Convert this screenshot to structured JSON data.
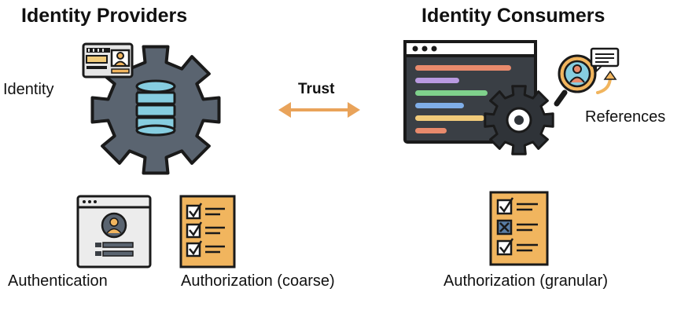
{
  "providers": {
    "heading": "Identity Providers",
    "identity_label": "Identity",
    "icons": [
      "id-card-icon",
      "gear-database-icon",
      "login-window-icon",
      "checklist-icon"
    ],
    "authentication_label": "Authentication",
    "authorization_label": "Authorization (coarse)"
  },
  "trust": {
    "label": "Trust",
    "arrow_color": "#e9a35a"
  },
  "consumers": {
    "heading": "Identity Consumers",
    "icons": [
      "code-window-gear-icon",
      "magnifier-user-icon",
      "checklist-icon"
    ],
    "references_label": "References",
    "authorization_label": "Authorization (granular)"
  },
  "colors": {
    "gear": "#5a6470",
    "database": "#86cde0",
    "checklist_bg": "#f1b55e",
    "checkbox_x": "#5a7ea6"
  }
}
